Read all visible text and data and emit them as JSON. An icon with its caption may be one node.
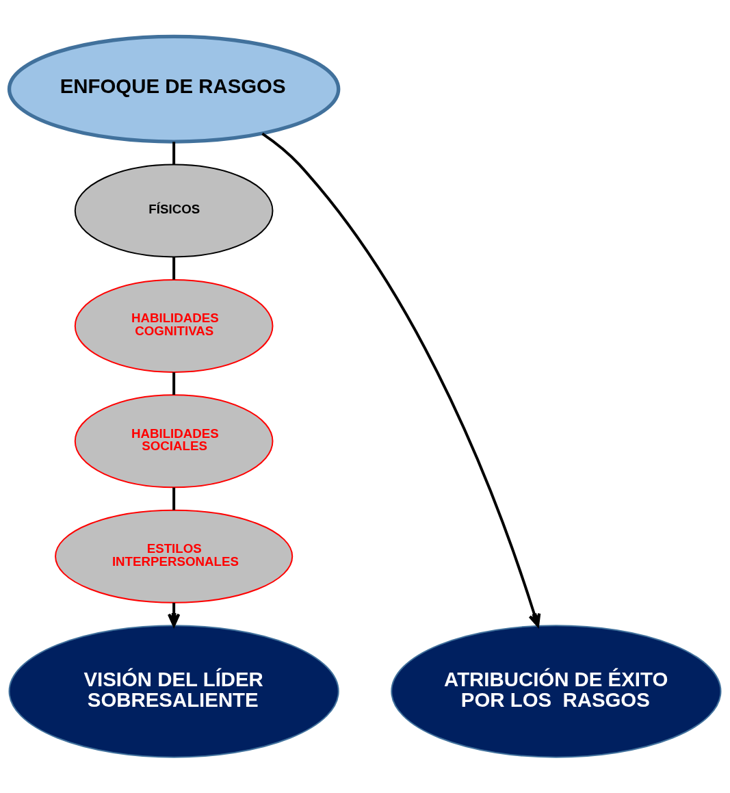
{
  "diagram": {
    "nodes": [
      {
        "text": [
          "ENFOQUE DE RASGOS"
        ]
      },
      {
        "text": [
          "FÍSICOS"
        ]
      },
      {
        "text": [
          "HABILIDADES COGNITIVAS"
        ]
      },
      {
        "text": [
          "HABILIDADES SOCIALES"
        ]
      },
      {
        "text": [
          "ESTILOS INTERPERSONALES"
        ]
      },
      {
        "text": [
          "VISIÓN DEL LÍDER SOBRESALIENTE"
        ]
      },
      {
        "text": [
          "ATRIBUCIÓN DE ÉXITO POR LOS  RASGOS"
        ]
      }
    ],
    "edges": [
      {
        "from": 0,
        "to": 1,
        "arrow": "none"
      },
      {
        "from": 1,
        "to": 2,
        "arrow": "none"
      },
      {
        "from": 2,
        "to": 3,
        "arrow": "none"
      },
      {
        "from": 3,
        "to": 4,
        "arrow": "none"
      },
      {
        "from": 4,
        "to": 5,
        "arrow": "to"
      },
      {
        "from": 0,
        "to": 6,
        "arrow": "to"
      }
    ]
  }
}
